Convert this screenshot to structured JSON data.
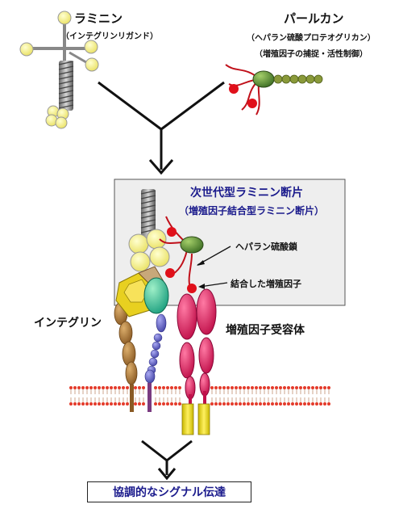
{
  "laminin": {
    "title": "ラミニン",
    "subtitle": "（インテグリンリガンド）"
  },
  "perlecan": {
    "title": "パールカン",
    "subtitle": "（ヘパラン硫酸プロテオグリカン）",
    "function": "（増殖因子の捕捉・活性制御）"
  },
  "fragment": {
    "title": "次世代型ラミニン断片",
    "subtitle": "（増殖因子結合型ラミニン断片）"
  },
  "annotations": {
    "heparan_sulfate": "ヘパラン硫酸鎖",
    "bound_growth_factor": "結合した増殖因子"
  },
  "integrin": {
    "label": "インテグリン"
  },
  "receptor": {
    "label": "増殖因子受容体"
  },
  "outcome": {
    "label": "協調的なシグナル伝達"
  },
  "colors": {
    "laminin_yellow": "#f5f08a",
    "perlecan_green": "#5a8a3a",
    "growth_factor_red": "#e0101a",
    "heparan_chain": "#c0101a",
    "integrin_yellow": "#e8d020",
    "integrin_tan": "#b07a3a",
    "integrin_teal": "#3fc8a0",
    "integrin_blue": "#6f6fd0",
    "receptor_pink": "#e0306a",
    "box_gray": "#eeeeee",
    "membrane_red": "#e43a2a",
    "label_blue": "#1a1a8c"
  }
}
